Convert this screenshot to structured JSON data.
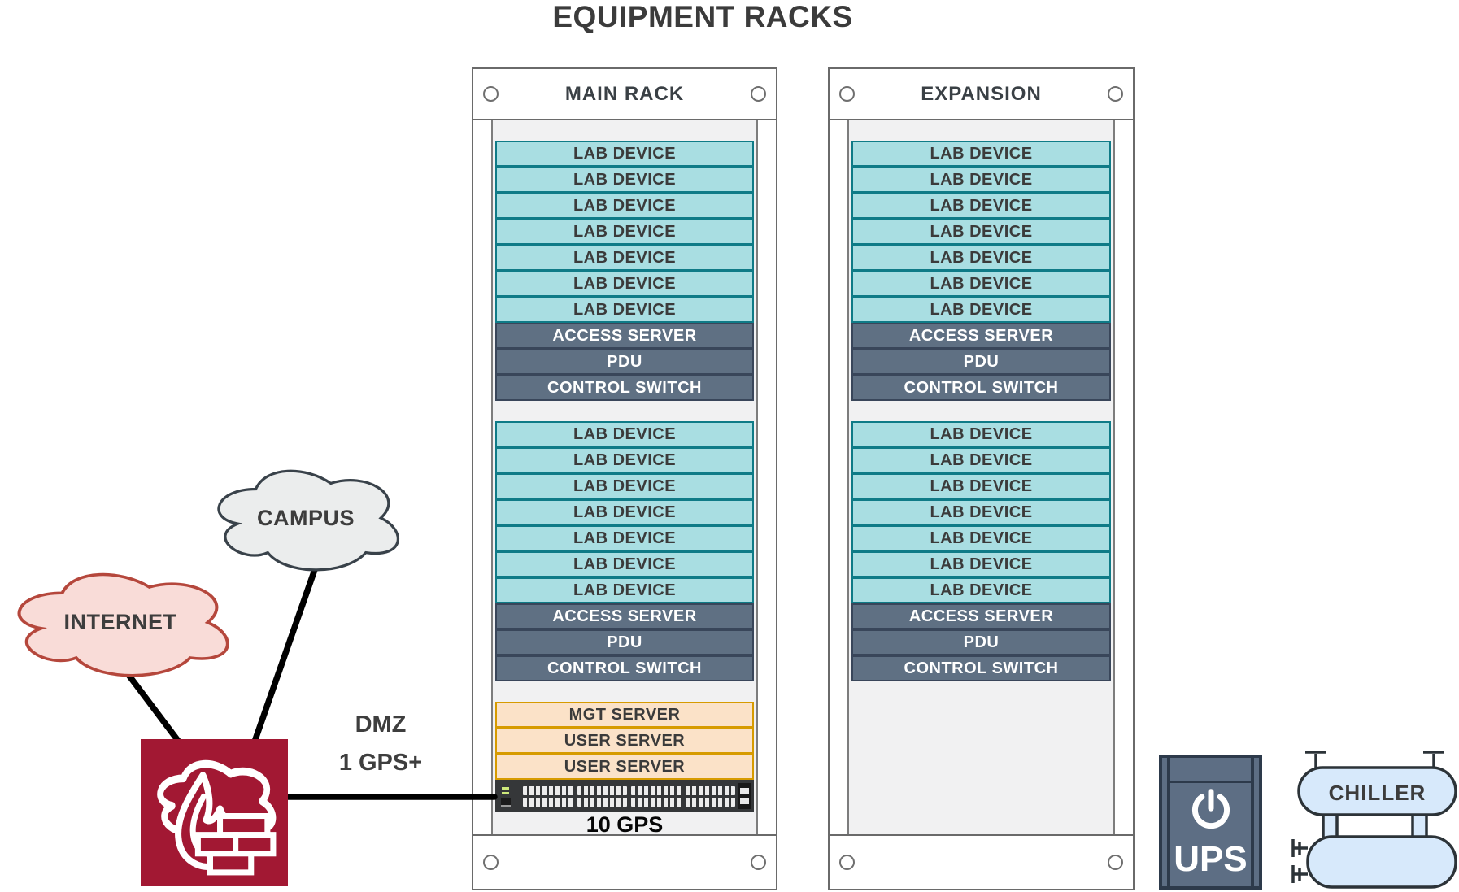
{
  "title": "EQUIPMENT RACKS",
  "racks": [
    {
      "name": "MAIN RACK",
      "units": [
        {
          "type": "gap"
        },
        {
          "type": "lab",
          "label": "LAB DEVICE"
        },
        {
          "type": "lab",
          "label": "LAB DEVICE"
        },
        {
          "type": "lab",
          "label": "LAB DEVICE"
        },
        {
          "type": "lab",
          "label": "LAB DEVICE"
        },
        {
          "type": "lab",
          "label": "LAB DEVICE"
        },
        {
          "type": "lab",
          "label": "LAB DEVICE"
        },
        {
          "type": "lab",
          "label": "LAB DEVICE"
        },
        {
          "type": "infra",
          "label": "ACCESS SERVER"
        },
        {
          "type": "infra",
          "label": "PDU"
        },
        {
          "type": "infra",
          "label": "CONTROL SWITCH"
        },
        {
          "type": "gap"
        },
        {
          "type": "lab",
          "label": "LAB DEVICE"
        },
        {
          "type": "lab",
          "label": "LAB DEVICE"
        },
        {
          "type": "lab",
          "label": "LAB DEVICE"
        },
        {
          "type": "lab",
          "label": "LAB DEVICE"
        },
        {
          "type": "lab",
          "label": "LAB DEVICE"
        },
        {
          "type": "lab",
          "label": "LAB DEVICE"
        },
        {
          "type": "lab",
          "label": "LAB DEVICE"
        },
        {
          "type": "infra",
          "label": "ACCESS SERVER"
        },
        {
          "type": "infra",
          "label": "PDU"
        },
        {
          "type": "infra",
          "label": "CONTROL SWITCH"
        },
        {
          "type": "gap"
        },
        {
          "type": "server",
          "label": "MGT SERVER"
        },
        {
          "type": "server",
          "label": "USER SERVER"
        },
        {
          "type": "server",
          "label": "USER SERVER"
        },
        {
          "type": "switch"
        },
        {
          "type": "caption",
          "label": "10 GPS"
        }
      ]
    },
    {
      "name": "EXPANSION",
      "units": [
        {
          "type": "gap"
        },
        {
          "type": "lab",
          "label": "LAB DEVICE"
        },
        {
          "type": "lab",
          "label": "LAB DEVICE"
        },
        {
          "type": "lab",
          "label": "LAB DEVICE"
        },
        {
          "type": "lab",
          "label": "LAB DEVICE"
        },
        {
          "type": "lab",
          "label": "LAB DEVICE"
        },
        {
          "type": "lab",
          "label": "LAB DEVICE"
        },
        {
          "type": "lab",
          "label": "LAB DEVICE"
        },
        {
          "type": "infra",
          "label": "ACCESS SERVER"
        },
        {
          "type": "infra",
          "label": "PDU"
        },
        {
          "type": "infra",
          "label": "CONTROL SWITCH"
        },
        {
          "type": "gap"
        },
        {
          "type": "lab",
          "label": "LAB DEVICE"
        },
        {
          "type": "lab",
          "label": "LAB DEVICE"
        },
        {
          "type": "lab",
          "label": "LAB DEVICE"
        },
        {
          "type": "lab",
          "label": "LAB DEVICE"
        },
        {
          "type": "lab",
          "label": "LAB DEVICE"
        },
        {
          "type": "lab",
          "label": "LAB DEVICE"
        },
        {
          "type": "lab",
          "label": "LAB DEVICE"
        },
        {
          "type": "infra",
          "label": "ACCESS SERVER"
        },
        {
          "type": "infra",
          "label": "PDU"
        },
        {
          "type": "infra",
          "label": "CONTROL SWITCH"
        }
      ]
    }
  ],
  "network": {
    "clouds": [
      {
        "id": "internet",
        "label": "INTERNET"
      },
      {
        "id": "campus",
        "label": "CAMPUS"
      }
    ],
    "dmz_label": "DMZ",
    "bandwidth_label": "1 GPS+",
    "switch_caption": "10 GPS"
  },
  "facilities": {
    "ups_label": "UPS",
    "chiller_label": "CHILLER"
  },
  "colors": {
    "teal_fill": "#a9dee2",
    "teal_border": "#0f7b87",
    "infra_fill": "#5f7083",
    "infra_border": "#39465a",
    "server_fill": "#fbe2c8",
    "server_border": "#d79b00",
    "rack_border": "#6a6a6a",
    "panel_fill": "#f1f1f2",
    "firewall_red": "#a21833",
    "internet_fill": "#f9dcd8",
    "internet_border": "#b5473c",
    "campus_fill": "#ebeded",
    "campus_border": "#39424a",
    "ups_fill": "#5d6e84",
    "ups_border": "#2d3a4b",
    "chiller_fill": "#d7e9fb",
    "chiller_border": "#2c3338",
    "line_color": "#000000"
  }
}
